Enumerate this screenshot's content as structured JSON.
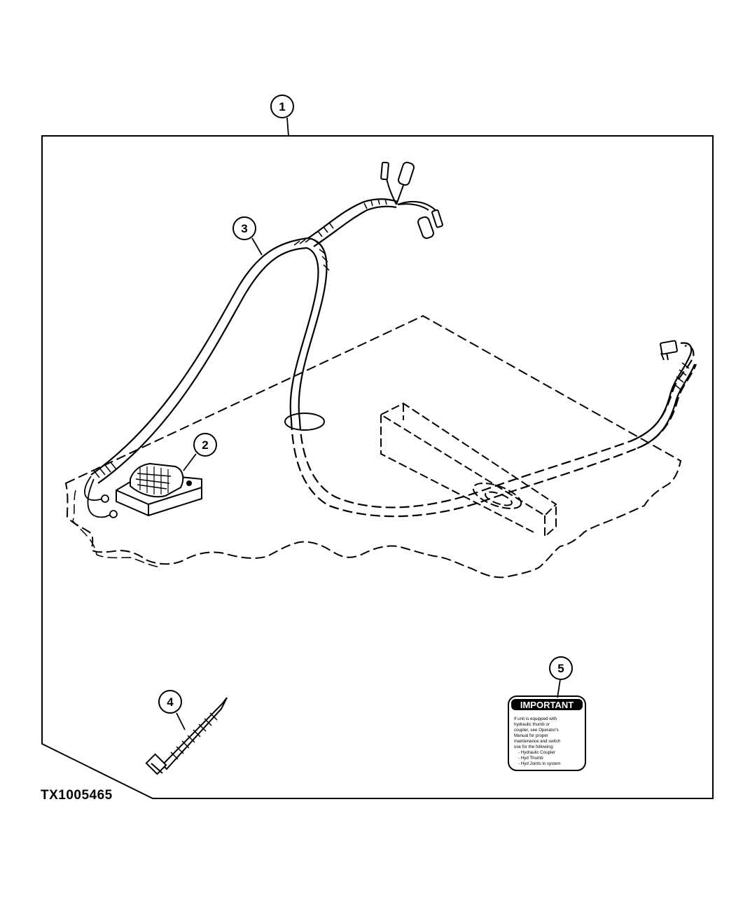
{
  "figure_id": "TX1005465",
  "callouts": [
    "1",
    "2",
    "3",
    "4",
    "5"
  ],
  "decal": {
    "heading": "IMPORTANT",
    "lines": [
      "If unit is equipped with",
      "hydraulic thumb or",
      "coupler, see Operator's",
      "Manual for proper",
      "maintenance and switch",
      "use for the following:",
      "- Hydraulic Coupler",
      "- Hyd Thumb",
      "- Hyd Joints in system"
    ]
  },
  "colors": {
    "line": "#000000",
    "background": "#ffffff"
  }
}
